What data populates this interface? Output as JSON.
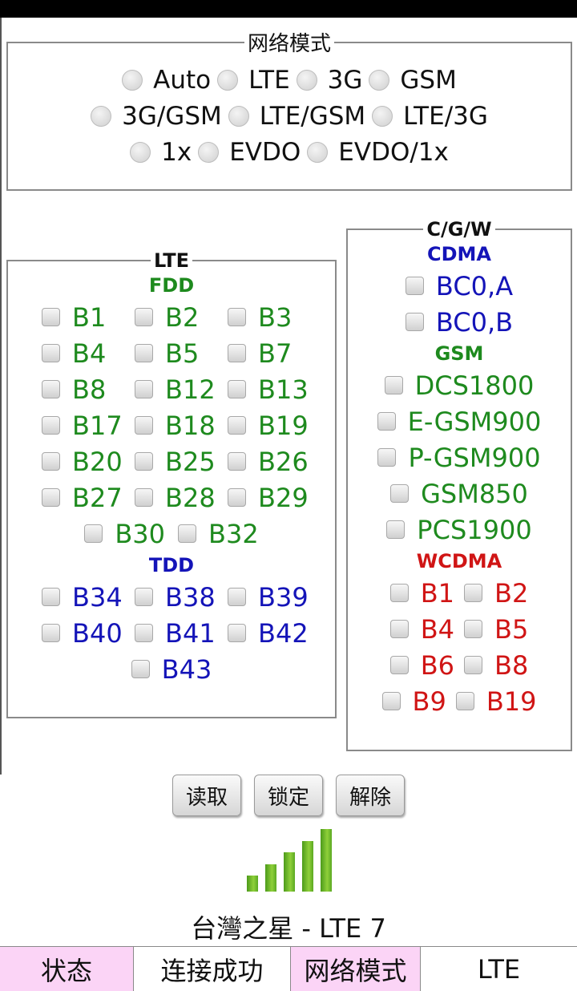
{
  "network_mode": {
    "legend": "网络模式",
    "rows": [
      [
        "Auto",
        "LTE",
        "3G",
        "GSM"
      ],
      [
        "3G/GSM",
        "LTE/GSM",
        "LTE/3G"
      ],
      [
        "1x",
        "EVDO",
        "EVDO/1x"
      ]
    ]
  },
  "lte": {
    "legend": "LTE",
    "fdd_label": "FDD",
    "fdd_grid": [
      "B1",
      "B2",
      "B3",
      "B4",
      "B5",
      "B7",
      "B8",
      "B12",
      "B13",
      "B17",
      "B18",
      "B19",
      "B20",
      "B25",
      "B26",
      "B27",
      "B28",
      "B29"
    ],
    "fdd_extra": [
      "B30",
      "B32"
    ],
    "tdd_label": "TDD",
    "tdd_grid": [
      "B34",
      "B38",
      "B39",
      "B40",
      "B41",
      "B42"
    ],
    "tdd_extra": [
      "B43"
    ]
  },
  "cgw": {
    "legend": "C/G/W",
    "cdma_label": "CDMA",
    "cdma": [
      "BC0,A",
      "BC0,B"
    ],
    "gsm_label": "GSM",
    "gsm": [
      "DCS1800",
      "E-GSM900",
      "P-GSM900",
      "GSM850",
      "PCS1900"
    ],
    "wcdma_label": "WCDMA",
    "wcdma_rows": [
      [
        "B1",
        "B2"
      ],
      [
        "B4",
        "B5"
      ],
      [
        "B6",
        "B8"
      ],
      [
        "B9",
        "B19"
      ]
    ]
  },
  "buttons": {
    "read": "读取",
    "lock": "锁定",
    "unlock": "解除"
  },
  "signal": {
    "bars": 5,
    "level": 5,
    "icon": "signal-strength-icon"
  },
  "carrier": "台灣之星 - LTE 7",
  "status_bar": {
    "status_label": "状态",
    "status_value": "连接成功",
    "mode_label": "网络模式",
    "mode_value": "LTE"
  },
  "colors": {
    "green": "#1e8a1e",
    "blue": "#1414b8",
    "red": "#d01515",
    "highlight": "#fbd4f6"
  }
}
